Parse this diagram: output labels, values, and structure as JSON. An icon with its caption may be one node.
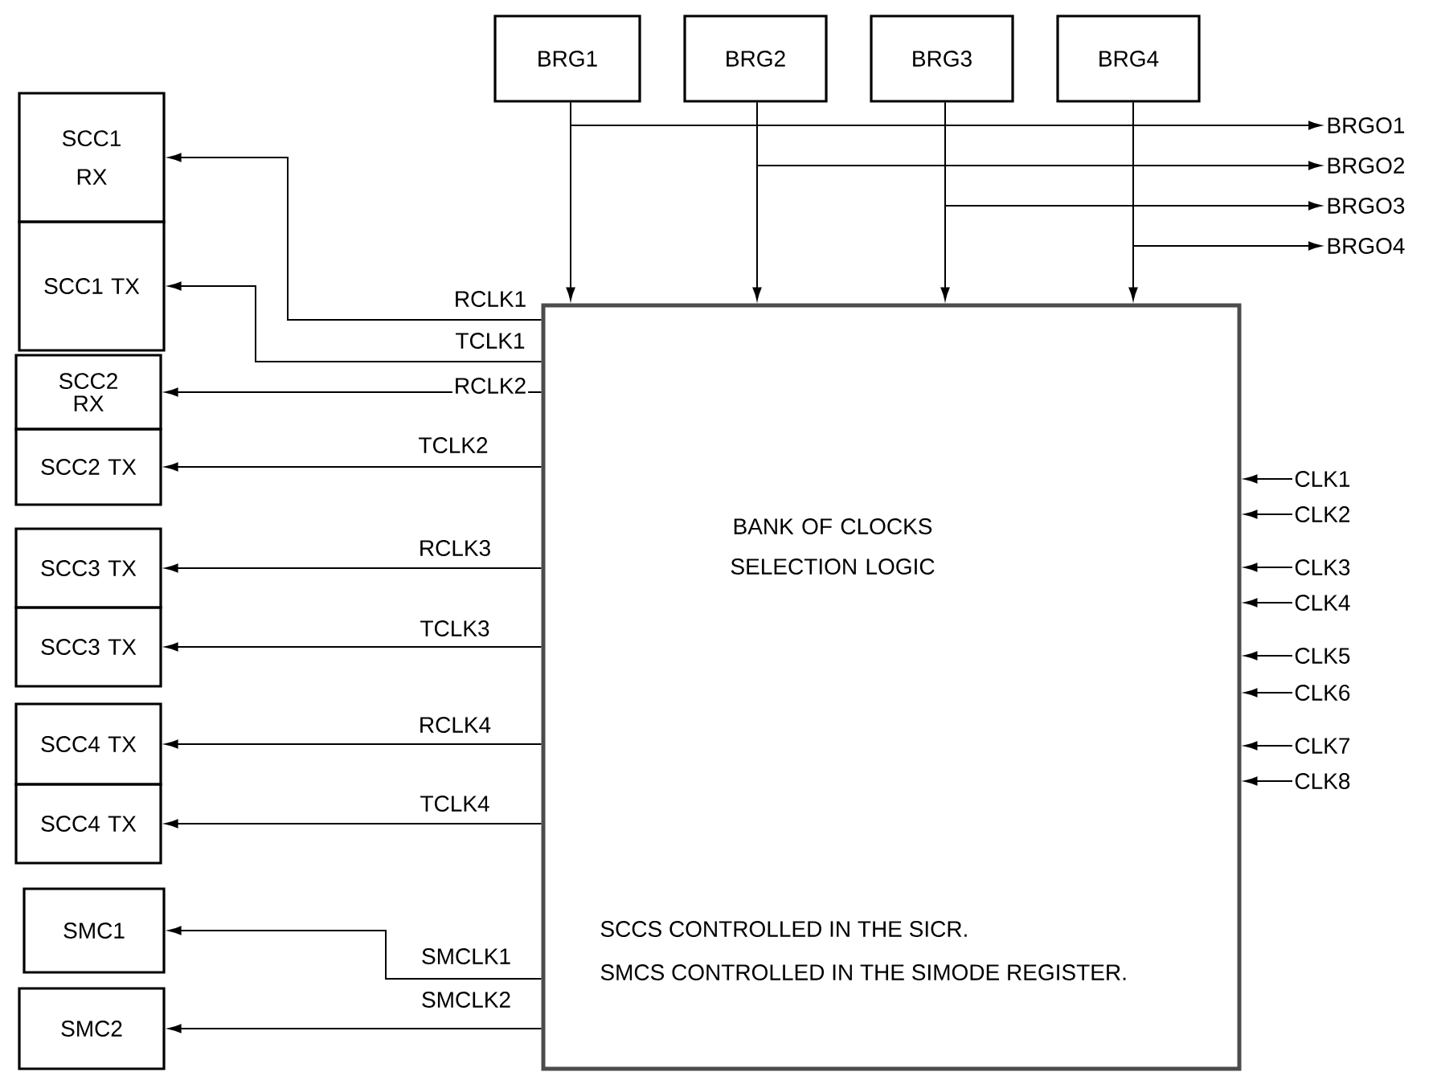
{
  "diagram": {
    "nodes": [
      {
        "text": [
          "BANK OF CLOCKS SELECTION LOGIC",
          "SCCS CONTROLLED IN THE SICR.",
          "SMCS CONTROLLED IN THE SIMODE REGISTER."
        ]
      },
      {
        "text": [
          "BRG1"
        ]
      },
      {
        "text": [
          "BRG2"
        ]
      },
      {
        "text": [
          "BRG3"
        ]
      },
      {
        "text": [
          "BRG4"
        ]
      },
      {
        "text": [
          "BRGO1"
        ]
      },
      {
        "text": [
          "BRGO2"
        ]
      },
      {
        "text": [
          "BRGO3"
        ]
      },
      {
        "text": [
          "BRGO4"
        ]
      },
      {
        "text": [
          "SCC1 RX"
        ]
      },
      {
        "text": [
          "SCC1 TX"
        ]
      },
      {
        "text": [
          "SCC2 RX"
        ]
      },
      {
        "text": [
          "SCC2 TX"
        ]
      },
      {
        "text": [
          "SCC3 TX"
        ]
      },
      {
        "text": [
          "SCC3 TX"
        ]
      },
      {
        "text": [
          "SCC4 TX"
        ]
      },
      {
        "text": [
          "SCC4 TX"
        ]
      },
      {
        "text": [
          "SMC1"
        ]
      },
      {
        "text": [
          "SMC2"
        ]
      },
      {
        "text": [
          "CLK1"
        ]
      },
      {
        "text": [
          "CLK2"
        ]
      },
      {
        "text": [
          "CLK3"
        ]
      },
      {
        "text": [
          "CLK4"
        ]
      },
      {
        "text": [
          "CLK5"
        ]
      },
      {
        "text": [
          "CLK6"
        ]
      },
      {
        "text": [
          "CLK7"
        ]
      },
      {
        "text": [
          "CLK8"
        ]
      }
    ],
    "edges": [
      {
        "from": 1,
        "to": 0,
        "arrow": "to"
      },
      {
        "from": 2,
        "to": 0,
        "arrow": "to"
      },
      {
        "from": 3,
        "to": 0,
        "arrow": "to"
      },
      {
        "from": 4,
        "to": 0,
        "arrow": "to"
      },
      {
        "from": 1,
        "to": 5,
        "arrow": "to"
      },
      {
        "from": 2,
        "to": 6,
        "arrow": "to"
      },
      {
        "from": 3,
        "to": 7,
        "arrow": "to"
      },
      {
        "from": 4,
        "to": 8,
        "arrow": "to"
      },
      {
        "from": 0,
        "to": 9,
        "arrow": "to",
        "label": "RCLK1"
      },
      {
        "from": 0,
        "to": 10,
        "arrow": "to",
        "label": "TCLK1"
      },
      {
        "from": 0,
        "to": 11,
        "arrow": "to",
        "label": "RCLK2"
      },
      {
        "from": 0,
        "to": 12,
        "arrow": "to",
        "label": "TCLK2"
      },
      {
        "from": 0,
        "to": 13,
        "arrow": "to",
        "label": "RCLK3"
      },
      {
        "from": 0,
        "to": 14,
        "arrow": "to",
        "label": "TCLK3"
      },
      {
        "from": 0,
        "to": 15,
        "arrow": "to",
        "label": "RCLK4"
      },
      {
        "from": 0,
        "to": 16,
        "arrow": "to",
        "label": "TCLK4"
      },
      {
        "from": 0,
        "to": 17,
        "arrow": "to",
        "label": "SMCLK1"
      },
      {
        "from": 0,
        "to": 18,
        "arrow": "to",
        "label": "SMCLK2"
      },
      {
        "from": 19,
        "to": 0,
        "arrow": "to"
      },
      {
        "from": 20,
        "to": 0,
        "arrow": "to"
      },
      {
        "from": 21,
        "to": 0,
        "arrow": "to"
      },
      {
        "from": 22,
        "to": 0,
        "arrow": "to"
      },
      {
        "from": 23,
        "to": 0,
        "arrow": "to"
      },
      {
        "from": 24,
        "to": 0,
        "arrow": "to"
      },
      {
        "from": 25,
        "to": 0,
        "arrow": "to"
      },
      {
        "from": 26,
        "to": 0,
        "arrow": "to"
      }
    ]
  }
}
